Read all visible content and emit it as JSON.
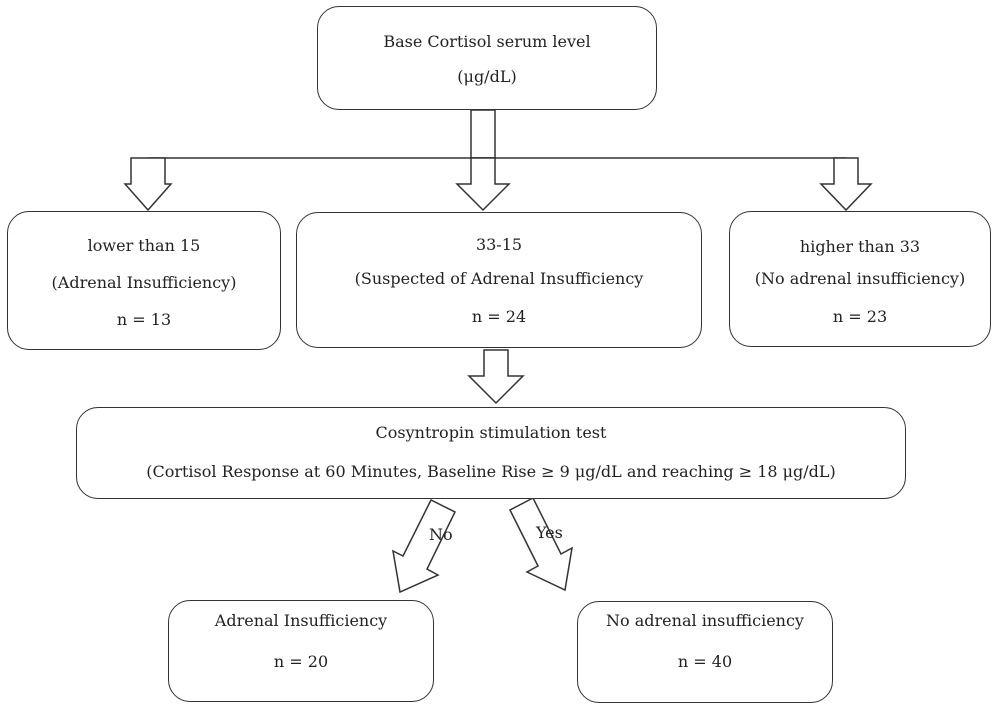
{
  "root": {
    "line1": "Base Cortisol serum level",
    "line2": "(μg/dL)"
  },
  "groups": [
    {
      "range": "lower than 15",
      "description": "(Adrenal Insufficiency)",
      "count": "n = 13"
    },
    {
      "range": "33-15",
      "description": "(Suspected of Adrenal Insufficiency",
      "count": "n = 24"
    },
    {
      "range": "higher than 33",
      "description": "(No adrenal insufficiency)",
      "count": "n = 23"
    }
  ],
  "test": {
    "title": "Cosyntropin stimulation test",
    "criteria": "(Cortisol Response at 60 Minutes, Baseline Rise ≥ 9 μg/dL and reaching ≥ 18 μg/dL)"
  },
  "branches": {
    "no": "No",
    "yes": "Yes"
  },
  "outcomes": [
    {
      "label": "Adrenal Insufficiency",
      "count": "n = 20"
    },
    {
      "label": "No adrenal insufficiency",
      "count": "n = 40"
    }
  ]
}
